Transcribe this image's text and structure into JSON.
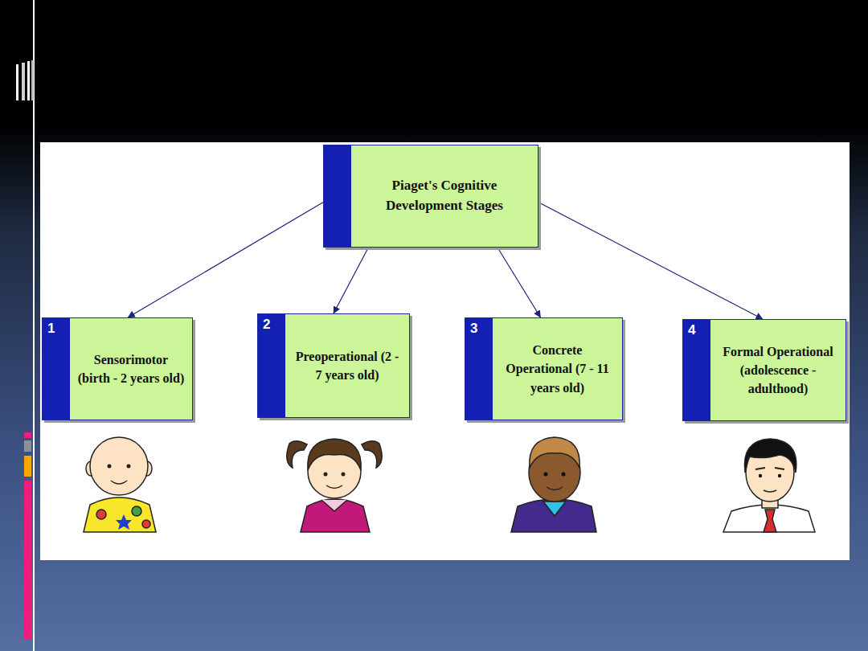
{
  "diagram": {
    "nodes": [
      {
        "text": [
          "Piaget's Cognitive Development Stages"
        ]
      },
      {
        "text": [
          "1",
          "Sensorimotor (birth - 2 years old)"
        ]
      },
      {
        "text": [
          "2",
          "Preoperational (2 - 7 years old)"
        ]
      },
      {
        "text": [
          "3",
          "Concrete Operational (7 - 11 years old)"
        ]
      },
      {
        "text": [
          "4",
          "Formal Operational (adolescence - adulthood)"
        ]
      }
    ],
    "edges": [
      {
        "from": 0,
        "to": 1,
        "arrow": "to"
      },
      {
        "from": 0,
        "to": 2,
        "arrow": "to"
      },
      {
        "from": 0,
        "to": 3,
        "arrow": "to"
      },
      {
        "from": 0,
        "to": 4,
        "arrow": "to"
      }
    ]
  }
}
